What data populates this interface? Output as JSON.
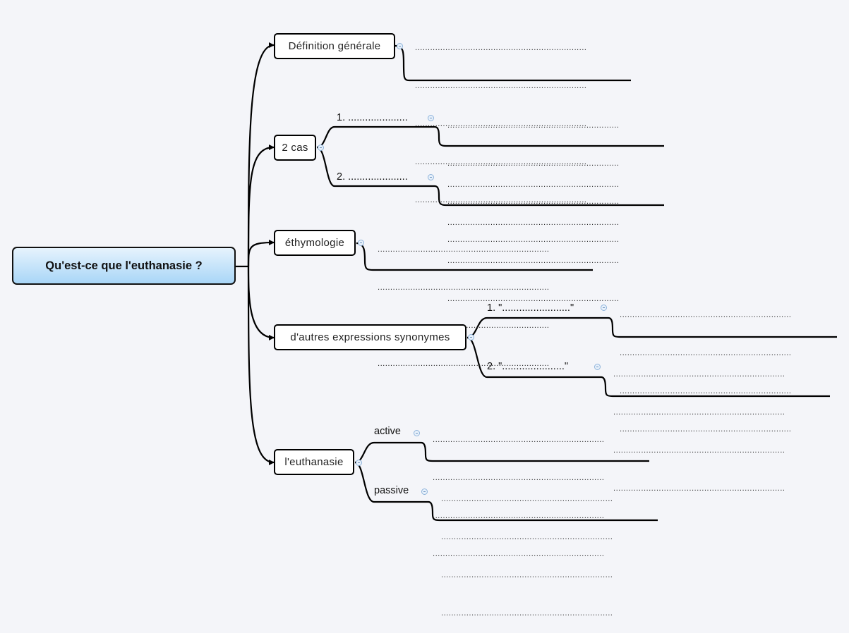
{
  "root": {
    "label": "Qu'est-ce que l'euthanasie ?"
  },
  "branches": {
    "definition": {
      "label": "Définition générale",
      "lines": [
        "....................................................................",
        "....................................................................",
        "....................................................................",
        "....................................................................",
        "...................................................................."
      ]
    },
    "deux_cas": {
      "label": "2 cas",
      "sub1": {
        "label": "1. .....................",
        "lines": [
          "....................................................................",
          "....................................................................",
          "....................................................................",
          "...................................................................."
        ]
      },
      "sub2": {
        "label": "2. .....................",
        "lines": [
          "....................................................................",
          "....................................................................",
          "....................................................................",
          "...................................................................."
        ]
      }
    },
    "ethymologie": {
      "label": "éthymologie",
      "lines": [
        "....................................................................",
        "....................................................................",
        "....................................................................",
        "...................................................................."
      ]
    },
    "synonymes": {
      "label": "d'autres expressions synonymes",
      "sub1": {
        "label": "1. \"........................\"",
        "lines": [
          "....................................................................",
          "....................................................................",
          "....................................................................",
          "...................................................................."
        ]
      },
      "sub2": {
        "label": "2. \"......................\"",
        "lines": [
          "....................................................................",
          "....................................................................",
          "....................................................................",
          "...................................................................."
        ]
      }
    },
    "euthanasie": {
      "label": "l'euthanasie",
      "sub1": {
        "label": "active",
        "lines": [
          "....................................................................",
          "....................................................................",
          "....................................................................",
          "...................................................................."
        ]
      },
      "sub2": {
        "label": "passive",
        "lines": [
          "....................................................................",
          "....................................................................",
          "....................................................................",
          "...................................................................."
        ]
      }
    }
  }
}
